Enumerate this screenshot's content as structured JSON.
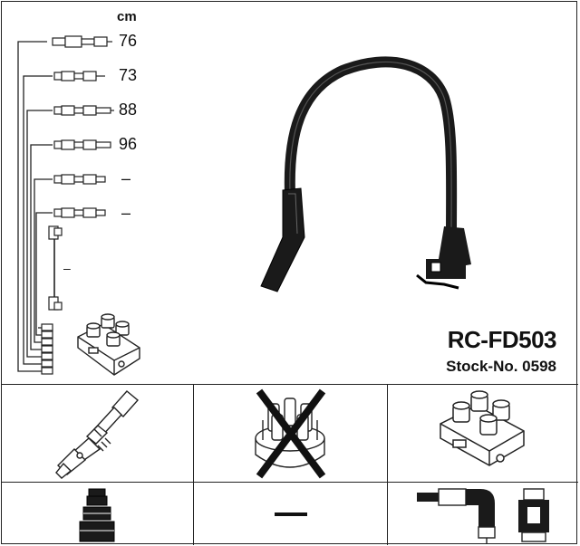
{
  "header": {
    "unit_label": "cm"
  },
  "cable_lengths": [
    "76",
    "73",
    "88",
    "96",
    "–",
    "–"
  ],
  "coil_lead_length": "–",
  "product": {
    "code": "RC-FD503",
    "stock_number": "Stock-No. 0598"
  },
  "compatibility_icons": [
    "spark-plug-icon",
    "distributor-cap-icon",
    "ignition-coil-icon",
    "spark-plug-boot-icon",
    "distributor-boot-icon",
    "coil-connector-icon"
  ],
  "cells": {
    "distributor_cap": {
      "status": "not-included"
    },
    "distributor_boot": {
      "status": "none",
      "mark": "—"
    }
  },
  "colors": {
    "line": "#222222",
    "cable": "#1a1a1a",
    "background": "#ffffff"
  }
}
